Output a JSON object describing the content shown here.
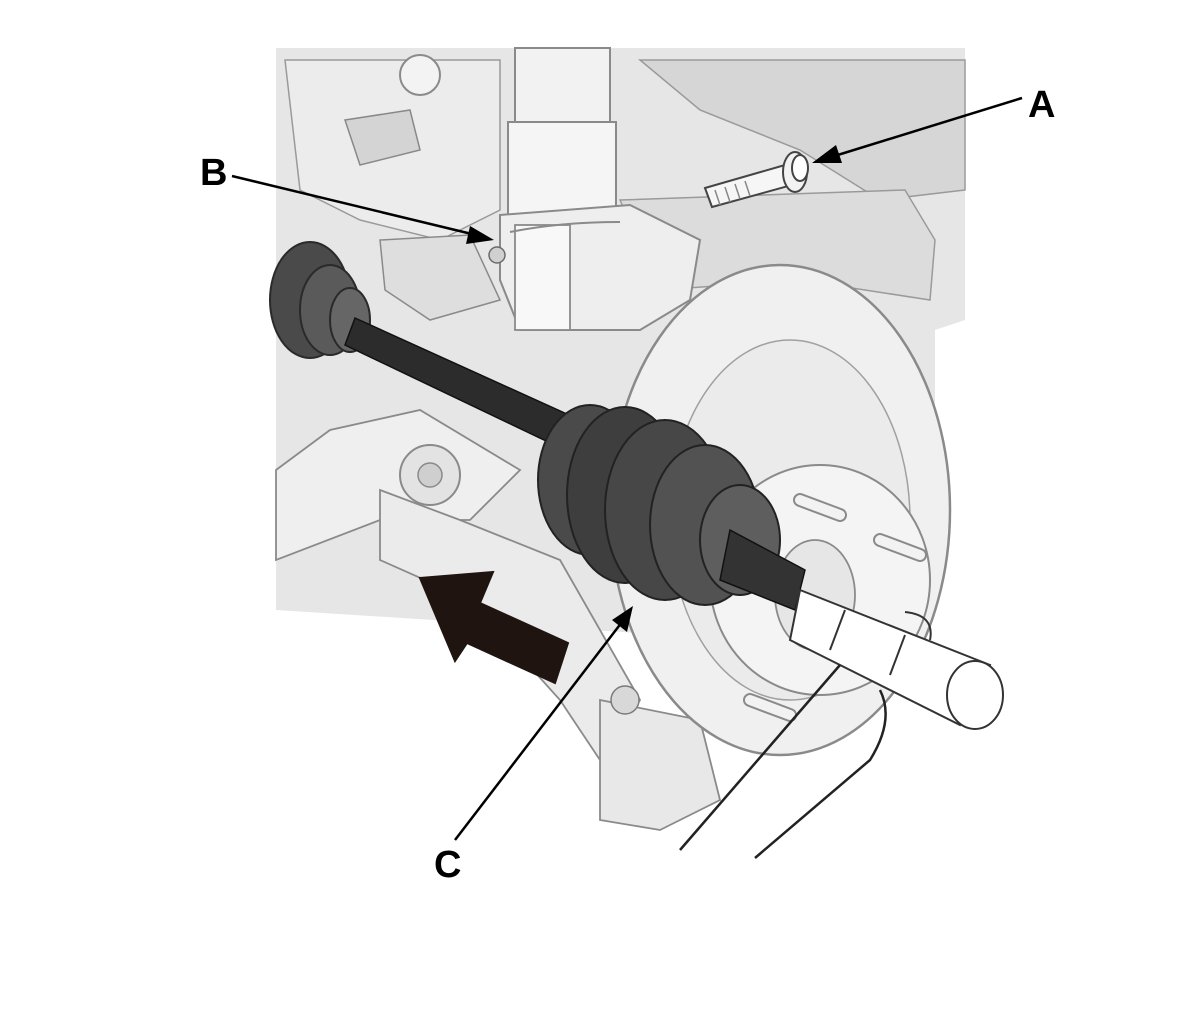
{
  "callouts": {
    "a": "A",
    "b": "B",
    "c": "C"
  },
  "colors": {
    "background": "#ffffff",
    "panel": "#e6e6e6",
    "part_light": "#f1f1f1",
    "part_mid": "#d2d2d2",
    "part_dark": "#3a3a3a",
    "outline": "#7a7a7a",
    "leader": "#000000",
    "direction_arrow": "#1f1410"
  },
  "icons": {
    "direction": "arrow-up-left-icon"
  }
}
